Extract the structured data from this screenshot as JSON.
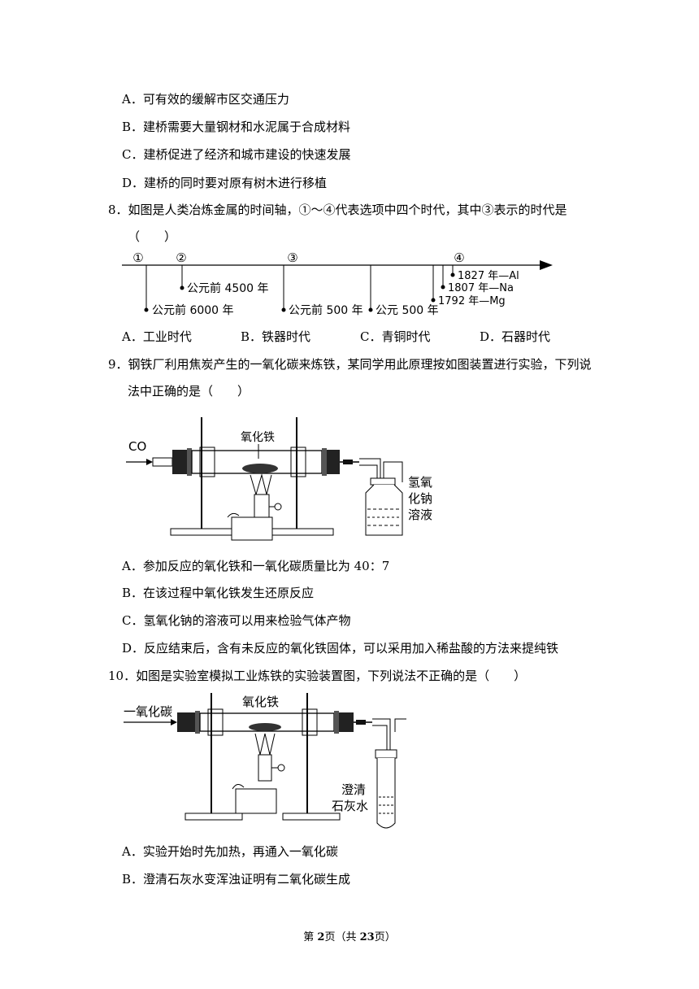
{
  "q7_options": [
    "A．可有效的缓解市区交通压力",
    "B．建桥需要大量钢材和水泥属于合成材料",
    "C．建桥促进了经济和城市建设的快速发展",
    "D．建桥的同时要对原有树木进行移植"
  ],
  "q8": {
    "stem_line1": "8．如图是人类冶炼金属的时间轴，①～④代表选项中四个时代，其中③表示的时代是",
    "stem_line2": "（　　）",
    "timeline": {
      "markers": [
        "①",
        "②",
        "③",
        "④"
      ],
      "labels": [
        "公元前 6000 年",
        "公元前 4500 年",
        "公元前 500 年",
        "公元 500 年",
        "1792 年—Mg",
        "1807 年—Na",
        "1827 年—Al"
      ]
    },
    "options": [
      "A．工业时代",
      "B．铁器时代",
      "C．青铜时代",
      "D．石器时代"
    ]
  },
  "q9": {
    "stem_line1": "9．钢铁厂利用焦炭产生的一氧化碳来炼铁，某同学用此原理按如图装置进行实验，下列说",
    "stem_line2": "法中正确的是（　　）",
    "figure": {
      "gas_label": "CO",
      "tube_label": "氧化铁",
      "bottle_label": [
        "氢氧",
        "化钠",
        "溶液"
      ]
    },
    "options": [
      "A．参加反应的氧化铁和一氧化碳质量比为 40：7",
      "B．在该过程中氧化铁发生还原反应",
      "C．氢氧化钠的溶液可以用来检验气体产物",
      "D．反应结束后，含有未反应的氧化铁固体，可以采用加入稀盐酸的方法来提纯铁"
    ]
  },
  "q10": {
    "stem_line1": "10．如图是实验室模拟工业炼铁的实验装置图，下列说法不正确的是（　　）",
    "figure": {
      "gas_label": "一氧化碳",
      "tube_label": "氧化铁",
      "tube2_label": [
        "澄清",
        "石灰水"
      ]
    },
    "options": [
      "A．实验开始时先加热，再通入一氧化碳",
      "B．澄清石灰水变浑浊证明有二氧化碳生成"
    ]
  },
  "footer": {
    "prefix": "第 ",
    "page": "2",
    "mid": "页（共 ",
    "total": "23",
    "suffix": "页）"
  }
}
